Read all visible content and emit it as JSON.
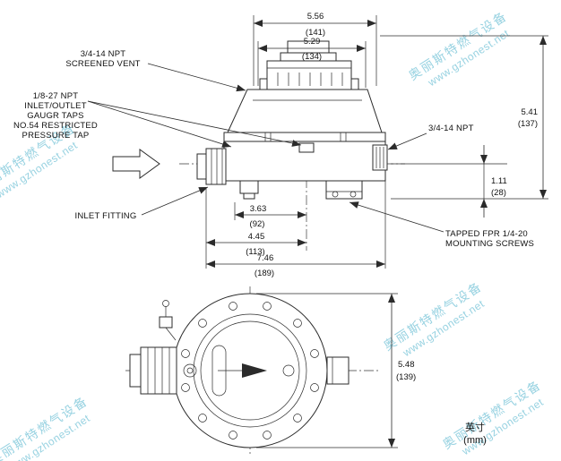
{
  "units": {
    "line1": "英寸",
    "line2": "(mm)"
  },
  "watermark": {
    "brand": "奥丽斯特燃气设备",
    "url": "www.gzhonest.net",
    "color": "#7ec7da"
  },
  "side_view": {
    "labels": {
      "vent_l1": "3/4-14 NPT",
      "vent_l2": "SCREENED VENT",
      "taps_l1": "1/8-27 NPT",
      "taps_l2": "INLET/OUTLET",
      "taps_l3": "GAUGR TAPS",
      "taps_l4": "NO.54 RESTRICTED",
      "taps_l5": "PRESSURE TAP",
      "outlet_npt": "3/4-14 NPT",
      "inlet_fitting": "INLET FITTING",
      "mount_l1": "TAPPED FPR 1/4-20",
      "mount_l2": "MOUNTING SCREWS"
    },
    "dims": {
      "width_top": {
        "in": "5.56",
        "mm": "(141)"
      },
      "width_vent": {
        "in": "5.29",
        "mm": "(134)"
      },
      "height_overall": {
        "in": "5.41",
        "mm": "(137)"
      },
      "height_base": {
        "in": "1.11",
        "mm": "(28)"
      },
      "len_center": {
        "in": "3.63",
        "mm": "(92)"
      },
      "len_inlet": {
        "in": "4.45",
        "mm": "(113)"
      },
      "len_overall": {
        "in": "7.46",
        "mm": "(189)"
      }
    }
  },
  "front_view": {
    "dims": {
      "height": {
        "in": "5.48",
        "mm": "(139)"
      }
    }
  }
}
